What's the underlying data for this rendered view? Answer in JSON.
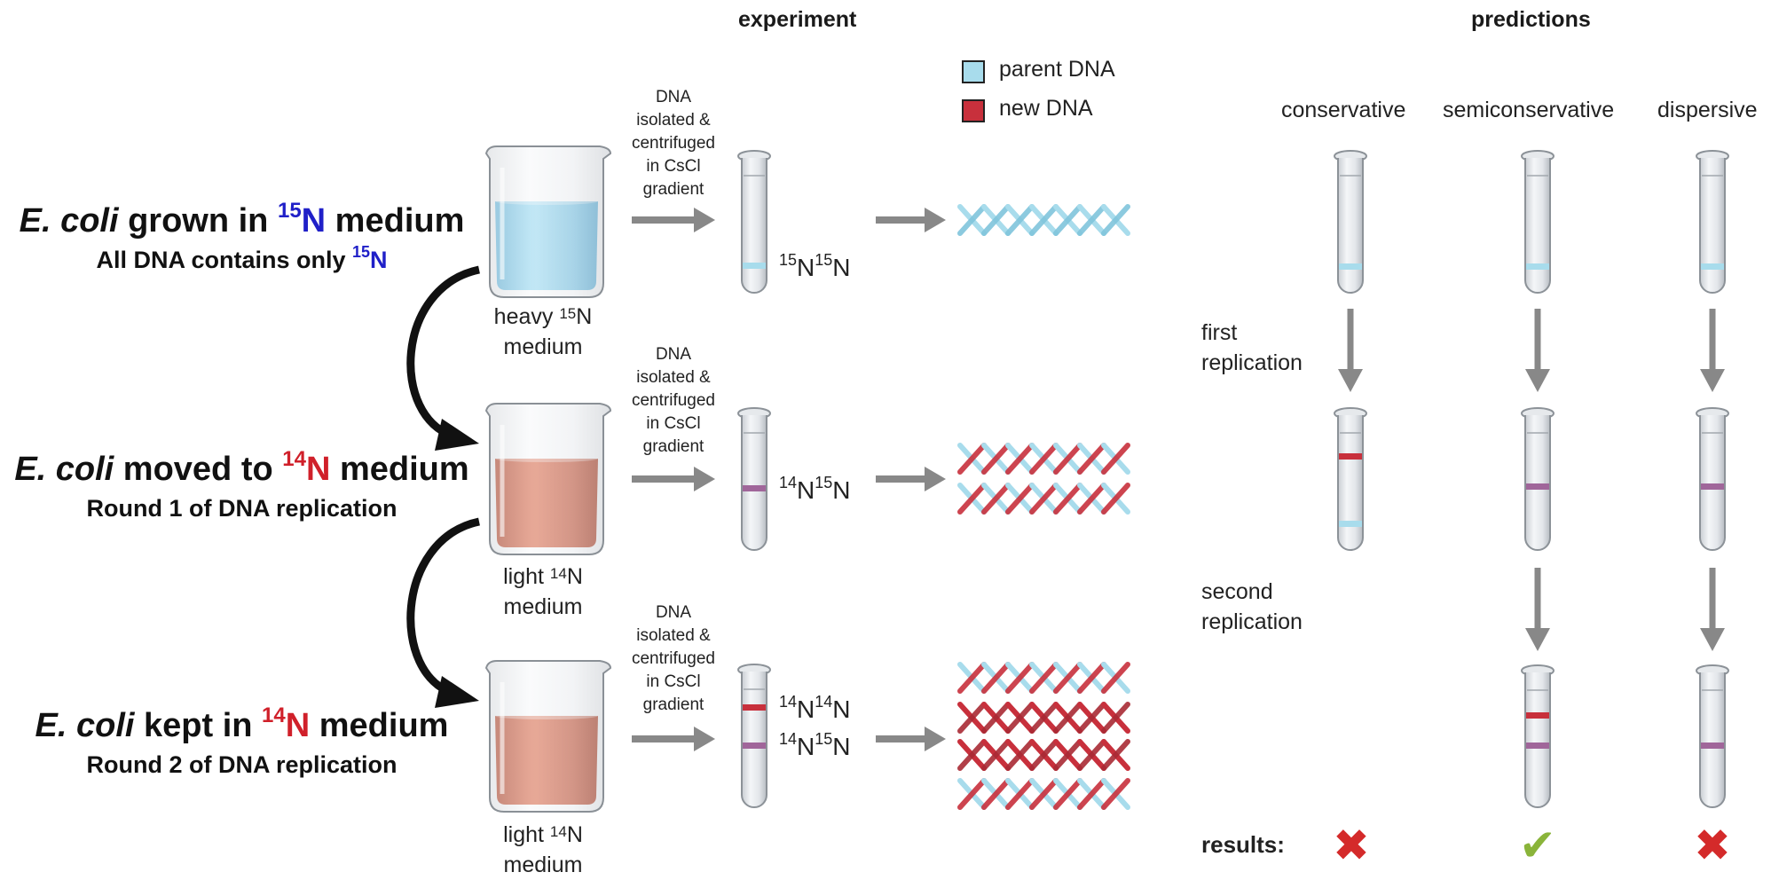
{
  "headers": {
    "experiment": "experiment",
    "predictions": "predictions"
  },
  "legend": [
    {
      "label": "parent DNA",
      "color": "#a8dcec"
    },
    {
      "label": "new DNA",
      "color": "#c8303c"
    }
  ],
  "colors": {
    "parent_dna": "#a8dcec",
    "new_dna": "#c8303c",
    "hybrid_band": "#a0669a",
    "heavy_medium": "#86d0ee",
    "light_medium": "#d4583a",
    "arrow_gray": "#888888",
    "label_blue": "#2020c8",
    "label_red": "#d0202a",
    "fail_red": "#d42a2a",
    "success_green": "#8ab43a"
  },
  "rows": [
    {
      "title_species": "E. coli",
      "title_mid": " grown in ",
      "title_sup": "15",
      "title_n": "N",
      "title_end": " medium",
      "subtitle_text": "All DNA contains only ",
      "subtitle_sup": "15",
      "subtitle_n": "N",
      "medium_word": "heavy ",
      "medium_sup": "15",
      "medium_n": "N",
      "medium_line2": "medium",
      "procedure": [
        "DNA",
        "isolated &",
        "centrifuged",
        "in CsCl",
        "gradient"
      ],
      "isotopes": [
        {
          "sup1": "15",
          "n1": "N",
          "sup2": "15",
          "n2": "N"
        }
      ]
    },
    {
      "title_species": "E. coli",
      "title_mid": " moved to ",
      "title_sup": "14",
      "title_n": "N",
      "title_end": " medium",
      "subtitle_text": "Round 1 of DNA replication",
      "medium_word": "light ",
      "medium_sup": "14",
      "medium_n": "N",
      "medium_line2": "medium",
      "procedure": [
        "DNA",
        "isolated &",
        "centrifuged",
        "in CsCl",
        "gradient"
      ],
      "isotopes": [
        {
          "sup1": "14",
          "n1": "N",
          "sup2": "15",
          "n2": "N"
        }
      ]
    },
    {
      "title_species": "E. coli",
      "title_mid": " kept in ",
      "title_sup": "14",
      "title_n": "N",
      "title_end": " medium",
      "subtitle_text": "Round 2 of DNA replication",
      "medium_word": "light ",
      "medium_sup": "14",
      "medium_n": "N",
      "medium_line2": "medium",
      "procedure": [
        "DNA",
        "isolated &",
        "centrifuged",
        "in CsCl",
        "gradient"
      ],
      "isotopes": [
        {
          "sup1": "14",
          "n1": "N",
          "sup2": "14",
          "n2": "N"
        },
        {
          "sup1": "14",
          "n1": "N",
          "sup2": "15",
          "n2": "N"
        }
      ]
    }
  ],
  "models": [
    "conservative",
    "semiconservative",
    "dispersive"
  ],
  "steps": {
    "first": [
      "first",
      "replication"
    ],
    "second": [
      "second",
      "replication"
    ]
  },
  "results_label": "results:",
  "results": [
    {
      "model": "conservative",
      "outcome": "fail",
      "icon": "cross-icon"
    },
    {
      "model": "semiconservative",
      "outcome": "pass",
      "icon": "check-icon"
    },
    {
      "model": "dispersive",
      "outcome": "fail",
      "icon": "cross-icon"
    }
  ]
}
